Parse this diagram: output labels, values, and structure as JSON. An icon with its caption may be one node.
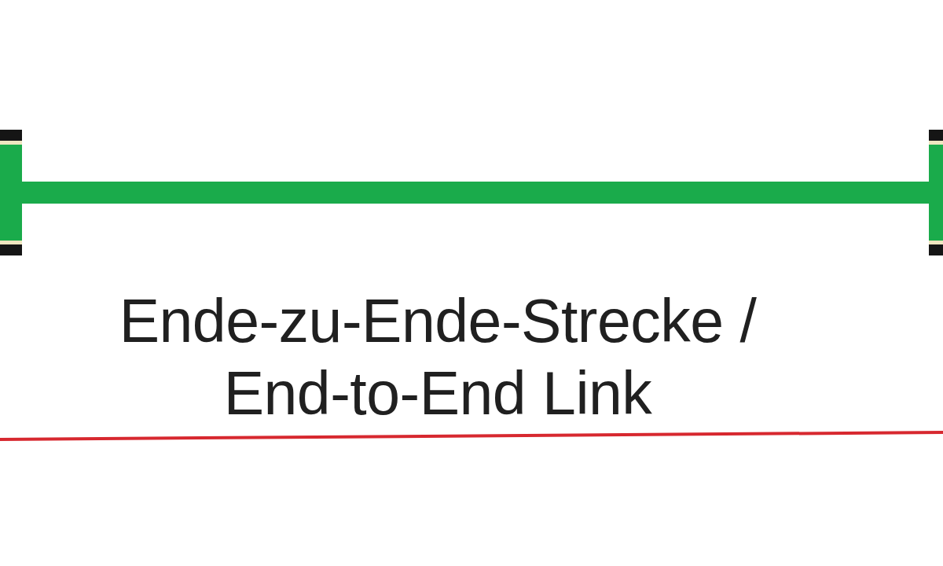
{
  "diagram": {
    "nodes": [
      {
        "text": [],
        "shape": "bar"
      },
      {
        "text": [],
        "shape": "bar"
      }
    ],
    "edges": [
      {
        "from": 0,
        "to": 1,
        "arrow": "none",
        "label": "Ende-zu-Ende-Strecke / End-to-End Link"
      }
    ]
  }
}
